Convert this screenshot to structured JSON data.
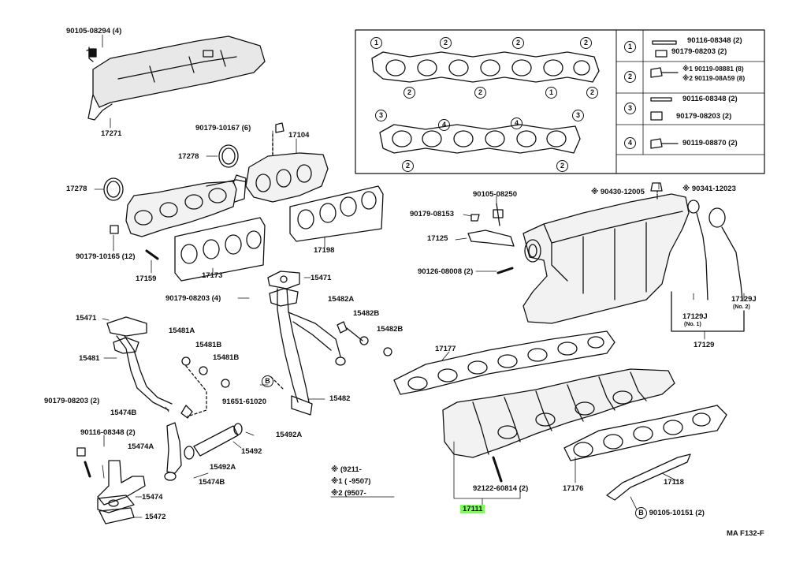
{
  "labels": {
    "p90105_08294": "90105-08294 (4)",
    "p17271": "17271",
    "p90179_10167": "90179-10167 (6)",
    "p17104": "17104",
    "p17278a": "17278",
    "p17278b": "17278",
    "p90179_10165": "90179-10165 (12)",
    "p17159": "17159",
    "p17173": "17173",
    "p17198": "17198",
    "p15471a": "15471",
    "p15471b": "15471",
    "p90179_08203_4": "90179-08203 (4)",
    "p15482A": "15482A",
    "p15482B_a": "15482B",
    "p15482B_b": "15482B",
    "p15481A": "15481A",
    "p15481B": "15481B",
    "p15481B_2": "15481B",
    "p15481": "15481",
    "p90179_08203_2": "90179-08203 (2)",
    "p15474B_a": "15474B",
    "p91651_61020": "91651-61020",
    "p15482": "15482",
    "p90116_08348_2": "90116-08348 (2)",
    "p15474A": "15474A",
    "p15492A_a": "15492A",
    "p15492": "15492",
    "p15492A_b": "15492A",
    "p15474B_b": "15474B",
    "p15474": "15474",
    "p15472": "15472",
    "p90105_08250": "90105-08250",
    "p90430_12005": "90430-12005",
    "p90341_12023": "90341-12023",
    "p90179_08153": "90179-08153",
    "p17125": "17125",
    "p90126_08008": "90126-08008 (2)",
    "p17129J_1": "17129J",
    "p17129J_1n": "(No. 1)",
    "p17129J_2": "17129J",
    "p17129J_2n": "(No. 2)",
    "p17129": "17129",
    "p17177": "17177",
    "p92122_60814": "92122-60814 (2)",
    "p17111": "17111",
    "p17176": "17176",
    "p17118": "17118",
    "p90105_10151": "90105-10151 (2)"
  },
  "symbol_B": "B",
  "gasket_callouts": {
    "c1": "1",
    "c2": "2",
    "c3": "3",
    "c4": "4"
  },
  "legend": [
    {
      "key": "1",
      "line1": "90116-08348 (2)",
      "line2": "90179-08203 (2)"
    },
    {
      "key": "2",
      "line1": "※1 90119-08881 (8)",
      "line2": "※2 90119-08A59 (8)"
    },
    {
      "key": "3",
      "line1": "90116-08348 (2)",
      "line2": "90179-08203 (2)"
    },
    {
      "key": "4",
      "line1": "90119-08870 (2)",
      "line2": ""
    }
  ],
  "date_notes": [
    {
      "mark": "※",
      "text": "(9211-"
    },
    {
      "mark": "※1",
      "text": "(        -9507)"
    },
    {
      "mark": "※2",
      "text": "(9507-"
    }
  ],
  "footer": "MA F132-F",
  "highlight_color": "#7dff5a"
}
